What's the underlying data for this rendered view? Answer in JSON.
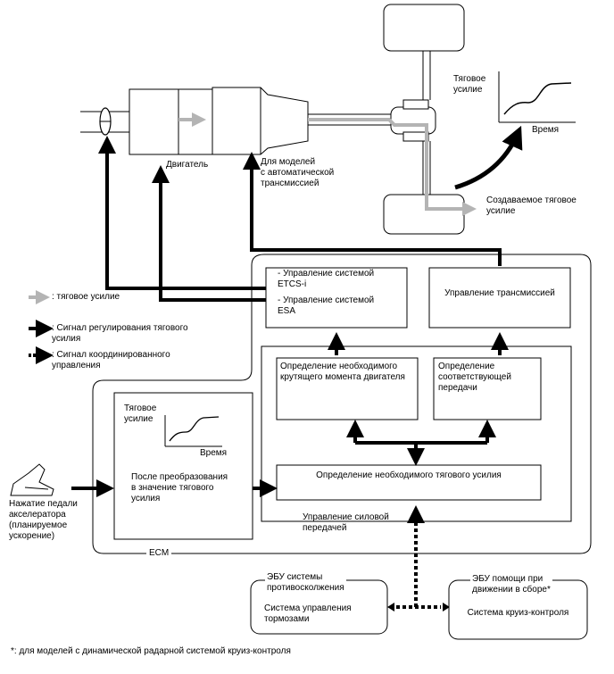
{
  "labels": {
    "engine": "Двигатель",
    "auto_trans_models": "Для моделей\nс автоматической\nтрансмиссией",
    "traction_top": "Тяговое\nусилие",
    "time_top": "Время",
    "generated_traction": "Создаваемое тяговое\nусилие",
    "etcs_control": "- Управление системой\n  ETCS-i",
    "esa_control": "- Управление системой\n  ESA",
    "transmission_control": "Управление трансмиссией",
    "torque_determination": "Определение необходимого\nкрутящего момента двигателя",
    "gear_determination": "Определение\nсоответствующей\nпередачи",
    "traction_determination": "Определение необходимого тягового усилия",
    "powertrain_control": "Управление силовой\nпередачей",
    "ecm": "ECM",
    "traction_inner": "Тяговое\nусилие",
    "time_inner": "Время",
    "after_conversion": "После преобразования\nв значение тягового\nусилия",
    "pedal": "Нажатие педали\nакселератора\n(планируемое\nускорение)",
    "anticollision_ecu": "ЭБУ системы\nпротивосколжения",
    "brake_control": "Система управления\nтормозами",
    "drive_assist_ecu": "ЭБУ помощи при\nдвижении в сборе*",
    "cruise_control": "Система круиз-контроля",
    "footnote": "*: для моделей с динамической радарной системой круиз-контроля"
  },
  "legend": {
    "traction": ": тяговое усилие",
    "control_signal": ": Сигнал регулирования тягового\nусилия",
    "coord_signal": ": Сигнал координированного\nуправления"
  },
  "colors": {
    "traction_arrow": "#b4b4b4",
    "signal_arrow": "#000000",
    "outline": "#000000"
  }
}
